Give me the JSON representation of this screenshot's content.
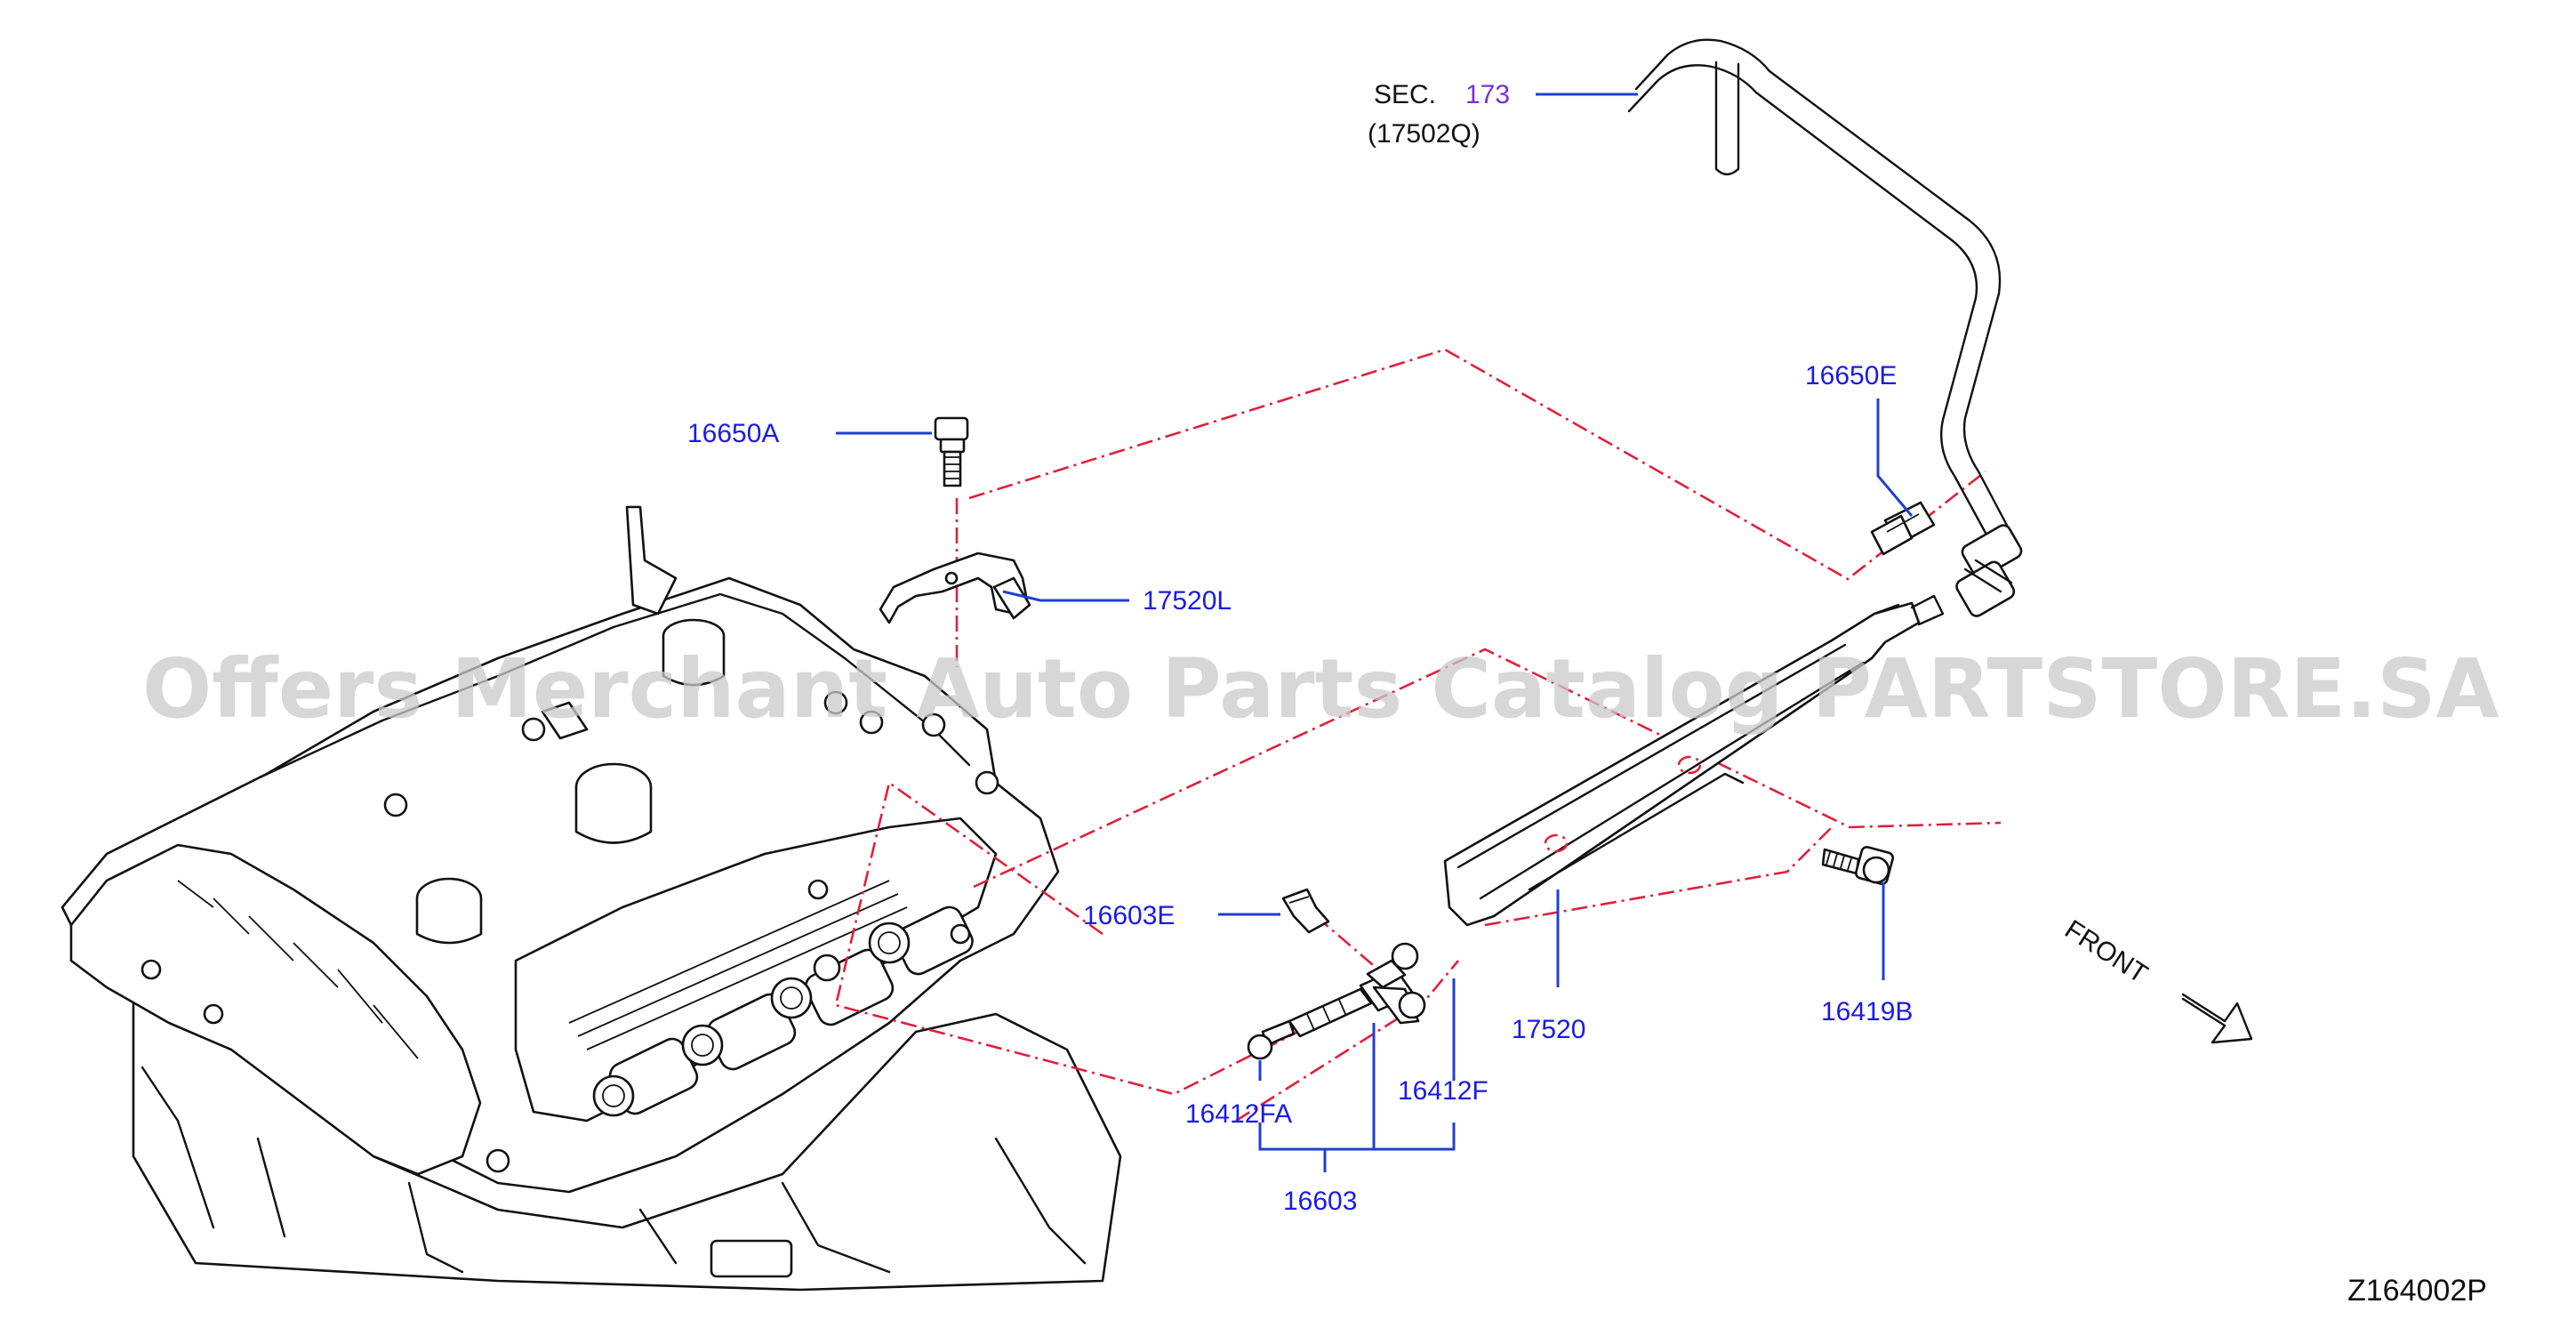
{
  "watermark": "Offers Merchant Auto Parts Catalog PARTSTORE.SA",
  "diagram_code": "Z164002P",
  "front_label": "FRONT",
  "section_ref": {
    "prefix": "SEC.",
    "number": "173",
    "part": "(17502Q)"
  },
  "callouts": {
    "p16650A": "16650A",
    "p17520L": "17520L",
    "p16650E": "16650E",
    "p16603E": "16603E",
    "p17520": "17520",
    "p16419B": "16419B",
    "p16412FA": "16412FA",
    "p16412F": "16412F",
    "p16603": "16603"
  },
  "colors": {
    "label_blue": "#1a1ae6",
    "leader_blue": "#1f3fd0",
    "dash_red": "#e0203a",
    "section_purple": "#7a2fd6",
    "watermark_gray": "#c9c9c9"
  }
}
